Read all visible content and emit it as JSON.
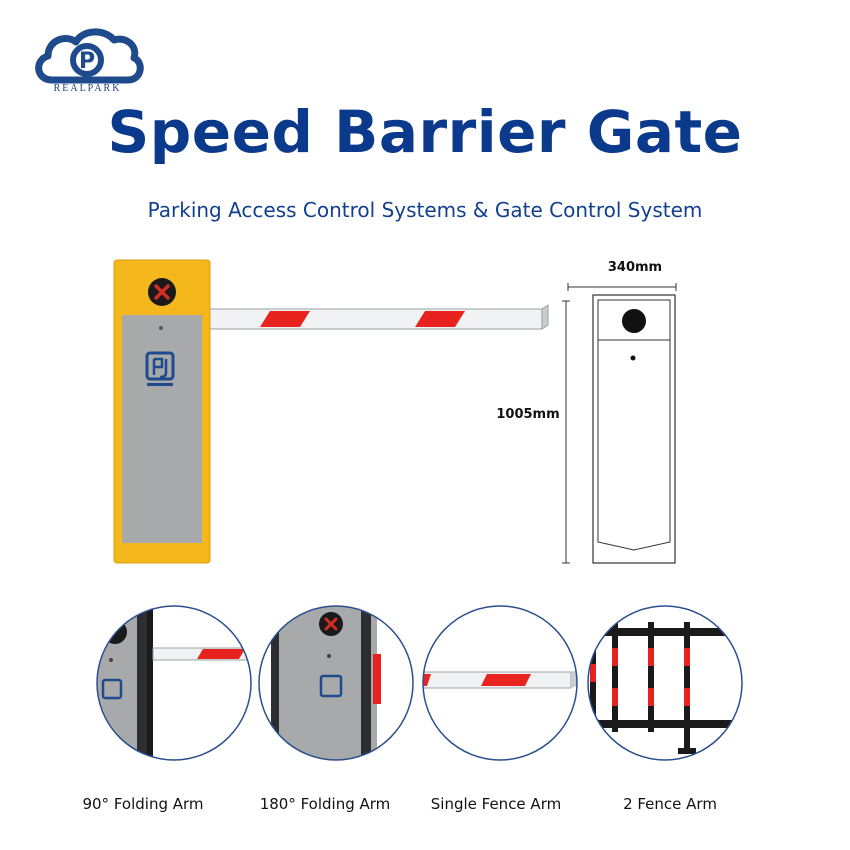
{
  "brand": {
    "logo_letter": "P",
    "name": "REALPARK"
  },
  "header": {
    "title": "Speed Barrier Gate",
    "subtitle": "Parking Access Control Systems & Gate Control System"
  },
  "dimensions": {
    "width": "340mm",
    "height": "1005mm"
  },
  "arm_types": [
    {
      "label": "90° Folding Arm"
    },
    {
      "label": "180° Folding Arm"
    },
    {
      "label": "Single Fence Arm"
    },
    {
      "label": "2 Fence Arm"
    }
  ],
  "colors": {
    "brand_blue": "#0b3a8d",
    "cabinet_yellow": "#f4b81c",
    "cabinet_gray": "#a8a9ab",
    "arm_red": "#e8231f",
    "stop_red": "#d62b1f"
  }
}
